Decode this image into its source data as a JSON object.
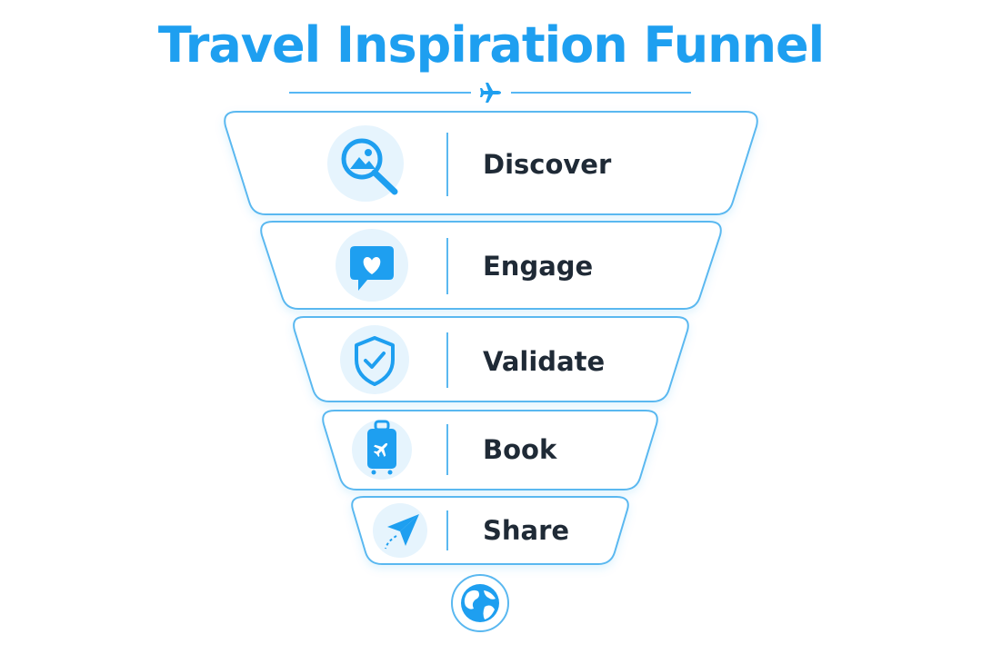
{
  "title": "Travel Inspiration Funnel",
  "colors": {
    "accent": "#1e9ff0",
    "stage_border": "#5ab8f0",
    "icon_bg": "#e6f4fd",
    "label": "#1f2a36"
  },
  "stages": [
    {
      "label": "Discover",
      "icon": "image-search-icon"
    },
    {
      "label": "Engage",
      "icon": "heart-chat-icon"
    },
    {
      "label": "Validate",
      "icon": "shield-check-icon"
    },
    {
      "label": "Book",
      "icon": "suitcase-plane-icon"
    },
    {
      "label": "Share",
      "icon": "paper-plane-icon"
    }
  ],
  "footer_icon": "globe-icon",
  "title_icon": "airplane-icon"
}
